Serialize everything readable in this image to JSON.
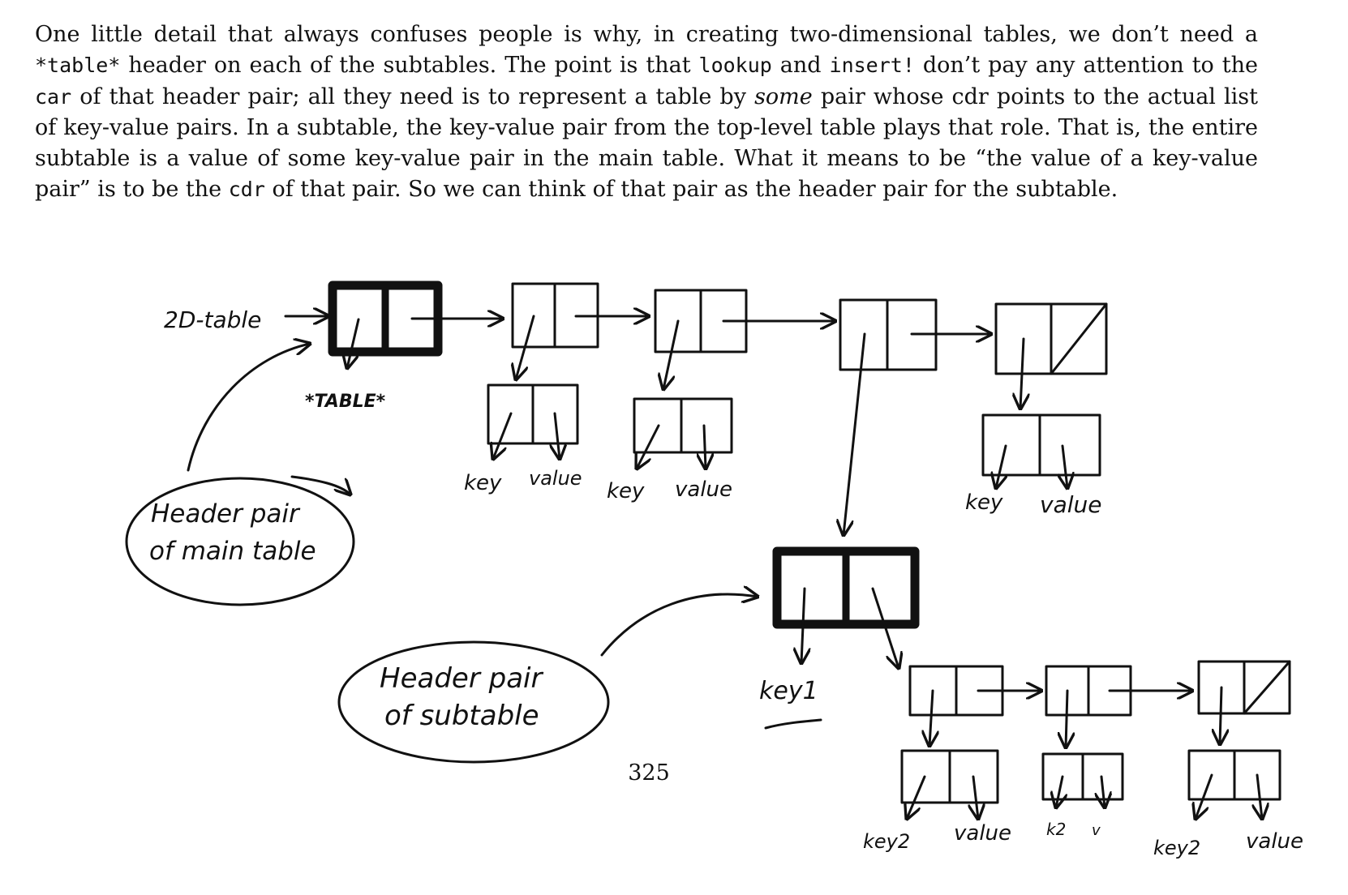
{
  "paragraph": {
    "s1": "One little detail that always confuses people is why, in creating two-dimensional tables, we don’t need a",
    "code_table": "*table*",
    "s2": " header on each of the subtables. The point is that ",
    "code_lookup": "lookup",
    "s3": " and ",
    "code_insert": "insert!",
    "s4": " don’t pay any attention to the ",
    "code_car": "car",
    "s5": " of that header pair; all they need is to represent a table by ",
    "em_some": "some",
    "s6": " pair whose cdr points to the actual list of key-value pairs. In a subtable, the key-value pair from the top-level table plays that role. That is, the entire subtable is a value of some key-value pair in the main table. What it means to be “the value of a key-value pair” is to be the ",
    "code_cdr": "cdr",
    "s7": " of that pair. So we can think of that pair as the header pair for the subtable."
  },
  "diagram": {
    "entry_label": "2D-table",
    "header_car_label": "*TABLE*",
    "callout_main_line1": "Header pair",
    "callout_main_line2": "of main table",
    "callout_sub_line1": "Header pair",
    "callout_sub_line2": "of subtable",
    "record1_key": "key",
    "record1_value": "value",
    "record2_key": "key",
    "record2_value": "value",
    "record3_key": "key",
    "record3_value": "value",
    "subtable_key": "key1",
    "sub_record1_key": "key2",
    "sub_record1_value": "value",
    "sub_record2_key": "k2",
    "sub_record2_value": "v",
    "sub_record3_key": "key2",
    "sub_record3_value": "value"
  },
  "page_number": "325"
}
